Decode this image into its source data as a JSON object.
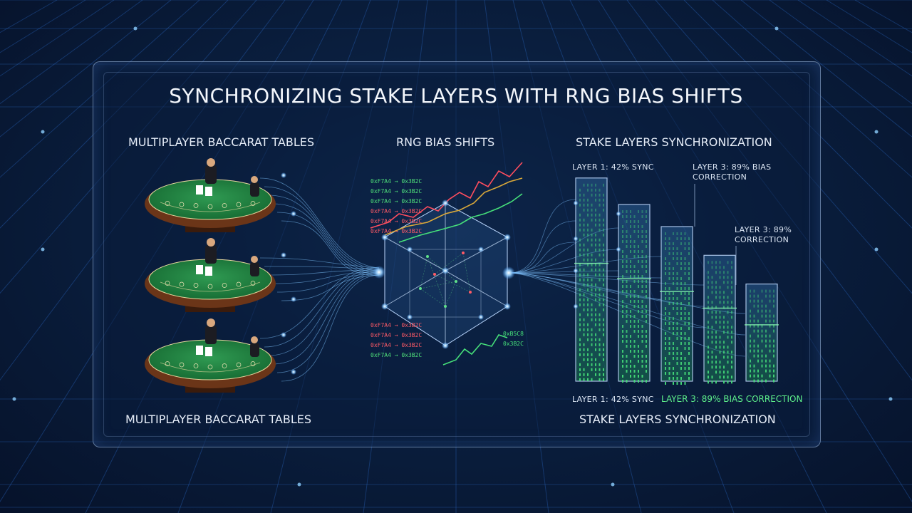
{
  "title": "SYNCHRONIZING STAKE LAYERS WITH RNG BIAS SHIFTS",
  "sections": {
    "tables_top": "MULTIPLAYER BACCARAT TABLES",
    "tables_bottom": "MULTIPLAYER BACCARAT TABLES",
    "rng": "RNG BIAS SHIFTS",
    "stake_top": "STAKE LAYERS SYNCHRONIZATION",
    "stake_bottom": "STAKE LAYERS SYNCHRONIZATION"
  },
  "layer_labels": {
    "top_left": "LAYER 1: 42% SYNC",
    "top_right_line1": "LAYER 3: 89% BIAS",
    "top_right_line2": "CORRECTION",
    "mid_right_line1": "LAYER 3: 89%",
    "mid_right_line2": "CORRECTION",
    "bottom_left": "LAYER 1: 42% SYNC",
    "bottom_right": "LAYER 3: 89% BIAS CORRECTION"
  },
  "hex_codes_top": [
    {
      "text": "0xF7A4 → 0x3B2C",
      "color": "#4fe07a"
    },
    {
      "text": "0xF7A4 → 0x3B2C",
      "color": "#4fe07a"
    },
    {
      "text": "0xF7A4 → 0x3B2C",
      "color": "#4fe07a"
    },
    {
      "text": "0xF7A4 → 0x3B2C",
      "color": "#ff5a66"
    },
    {
      "text": "0xF7A4 → 0x3B2C",
      "color": "#ff5a66"
    },
    {
      "text": "0xF7A4 → 0x3B2C",
      "color": "#ff5a66"
    }
  ],
  "hex_codes_bottom": [
    {
      "text": "0xF7A4 → 0x3B2C",
      "color": "#ff5a66"
    },
    {
      "text": "0xF7A4 → 0x3B2C",
      "color": "#ff5a66"
    },
    {
      "text": "0xF7A4 → 0x3B2C",
      "color": "#ff5a66"
    },
    {
      "text": "0xF7A4 → 0x3B2C",
      "color": "#4fe07a"
    }
  ],
  "hex_codes_right": [
    "0xB5C8",
    "0x3B2C"
  ],
  "stake_bars": [
    {
      "level": 0.92
    },
    {
      "level": 0.8
    },
    {
      "level": 0.7
    },
    {
      "level": 0.57
    },
    {
      "level": 0.44
    }
  ],
  "colors": {
    "accent_blue": "#7fc4ff",
    "accent_green": "#46e07a",
    "accent_red": "#ff4d5e",
    "felt_green": "#1f7a3c",
    "table_wood": "#6b3518",
    "panel_border": "#aac8f0"
  }
}
